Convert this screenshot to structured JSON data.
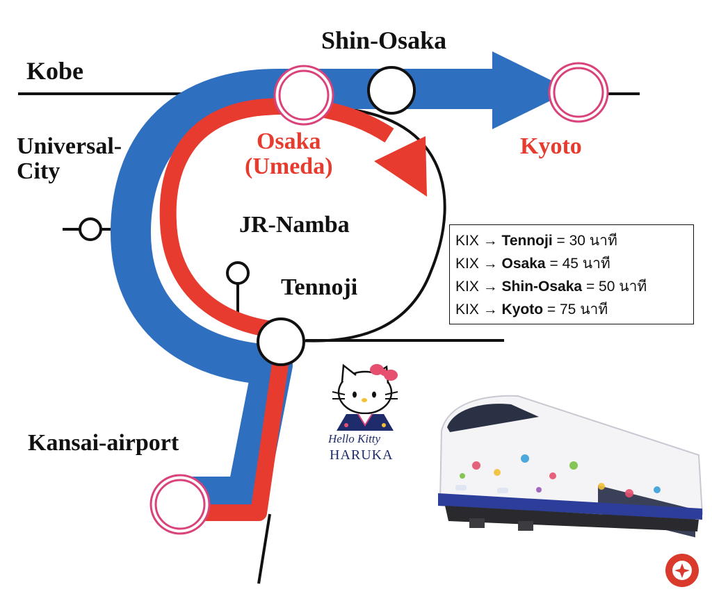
{
  "stations": {
    "kobe": "Kobe",
    "shin_osaka": "Shin-Osaka",
    "osaka_line1": "Osaka",
    "osaka_line2": "(Umeda)",
    "kyoto": "Kyoto",
    "universal_line1": "Universal-",
    "universal_line2": "City",
    "jr_namba": "JR-Namba",
    "tennoji": "Tennoji",
    "kansai_airport": "Kansai-airport"
  },
  "info_box": {
    "rows": [
      {
        "from": "KIX",
        "arrow": "→",
        "to": "Tennoji",
        "eq": "=",
        "time": "30 นาที"
      },
      {
        "from": "KIX",
        "arrow": "→",
        "to": "Osaka",
        "eq": "=",
        "time": "45 นาที"
      },
      {
        "from": "KIX",
        "arrow": "→",
        "to": "Shin-Osaka",
        "eq": "=",
        "time": "50 นาที"
      },
      {
        "from": "KIX",
        "arrow": "→",
        "to": "Kyoto",
        "eq": "=",
        "time": "75 นาที"
      }
    ]
  },
  "logo": {
    "line1": "Hello Kitty",
    "line2": "HARUKA"
  },
  "colors": {
    "blue_route": "#2f6fc0",
    "red_route": "#e63b2e",
    "station_ring": "#d9427a",
    "line": "#111111"
  }
}
